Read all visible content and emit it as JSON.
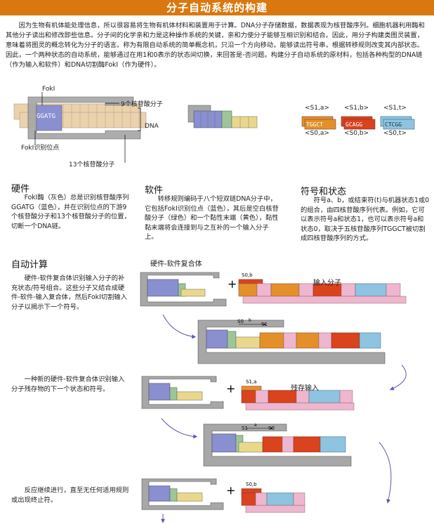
{
  "header": {
    "title": "分子自动系统的构建"
  },
  "intro": "因为生物有机体能处理信息，所以很容易将生物有机体材料和装置用于计算。DNA分子存储数据，数据表现为核苷酸序列。细胞机器利用酶和其他分子读出和修改即些信息。分子间的化学亲和力是这种操作系统的关键，亲和力使分子能够互相识别和结合。因此，用分子构建类图灵装置，意味着将图灵的概念转化为分子的语言。称为有限自动系统的简单概念机，只沿一个方向移动，能够读出符号串，根据转移规则改变其内部状态。因此，一个两种状态的自动系统，能够通过在用1和0表示的状态间切换，来回答是-否问题。构建分子自动系统的原材料，包括各种构型的DNA链（作为输入和软件）和DNA切割酶FokI（作为硬件）。",
  "diagram": {
    "fokI": "FokI",
    "nine_nt": "9个核苷酸分子",
    "dna": "DNA",
    "site": "FokI识别位点",
    "thirteen_nt": "13个核苷酸分子",
    "site_seq": "GGATG",
    "symbols": [
      {
        "top": "<S1,a>",
        "seq": "TGGCT",
        "bottom": "<S0,a>"
      },
      {
        "top": "<S1,b>",
        "seq": "GCAGG",
        "bottom": "<S0,b>"
      },
      {
        "top": "<S1,t>",
        "seq": "CTCGG",
        "bottom": "<S0,t>"
      }
    ]
  },
  "hardware": {
    "title": "硬件",
    "text": "FokI酶（灰色）总是识别核苷酸序列GGATG（蓝色），并在识别位点的下游9个核苷酸分子和13个核苷酸分子的位置，切断一个DNA链。"
  },
  "software": {
    "title": "软件",
    "text": "转移规则编码于八个短双链DNA分子中，它包括FokI识别位点（蓝色），其后是空白核苷酸分子（绿色）和一个黏性末端（黄色），黏性黏末端将会连接到与之互补的一个输入分子上。"
  },
  "symbols_section": {
    "title": "符号和状态",
    "text": "符号a、b，或结束符(t)与机器状态1或0的组合，由四核苷酸序列代表。例如，它可以表示符号a和状态1，也可以表示符号a和状态0，取决于五核苷酸序列TGGCT被切割成四核苷酸序列的方式。"
  },
  "computation": {
    "title": "自动计算",
    "p1": "硬件-软件复合体识别输入分子的补充状态/符号组合。这些分子又结合成硬件-软件-输入复合体，然后FokI切割输入分子以揭示下一个符号。",
    "p2": "一种新的硬件-软件复合体识别输入分子残存物的下一个状态和符号。",
    "p3": "反应继续进行，直至无任何适用规则或出现终止符。",
    "complex_label": "硬件-软件复合体",
    "input_label": "输入分子",
    "remnant_label": "残存输入",
    "s0b_1": "S0,b",
    "trans1_from": "S0",
    "trans1_sym": "b",
    "trans1_to": "S1",
    "s1a": "S1,a",
    "trans2_from": "S1",
    "trans2_sym": "a",
    "trans2_to": "S0",
    "s0b_2": "S0,b",
    "plus": "+"
  },
  "colors": {
    "banner": "#d9780f",
    "hardware_gray": "#a7a7a7",
    "site_blue": "#8a8fd0",
    "spacer_green": "#9fc49a",
    "sticky_yellow": "#e9d88c",
    "state_orange": "#e3902a",
    "state_red": "#d9431e",
    "sym_pink": "#efb6cf",
    "sym_blue": "#8fc4e0",
    "tan": "#ead2ad"
  }
}
